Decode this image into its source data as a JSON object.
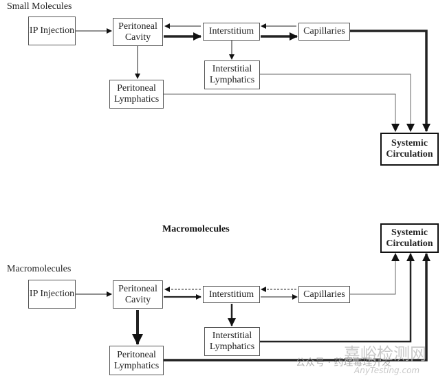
{
  "top_panel": {
    "label": "Small Molecules",
    "nodes": {
      "ip": "IP Injection",
      "cavity": "Peritoneal Cavity",
      "interstitium": "Interstitium",
      "capillaries": "Capillaries",
      "int_lymph": "Interstitial Lymphatics",
      "per_lymph": "Peritoneal Lymphatics",
      "systemic": "Systemic Circulation"
    }
  },
  "bottom_panel": {
    "title": "Macromolecules",
    "label": "Macromolecules",
    "nodes": {
      "ip": "IP Injection",
      "cavity": "Peritoneal Cavity",
      "interstitium": "Interstitium",
      "capillaries": "Capillaries",
      "int_lymph": "Interstitial Lymphatics",
      "per_lymph": "Peritoneal Lymphatics",
      "systemic": "Systemic Circulation"
    }
  },
  "watermark": {
    "line1": "嘉峪检测网",
    "line2": "公众号 · 药理毒理开发",
    "line3": "AnyTesting.com"
  }
}
